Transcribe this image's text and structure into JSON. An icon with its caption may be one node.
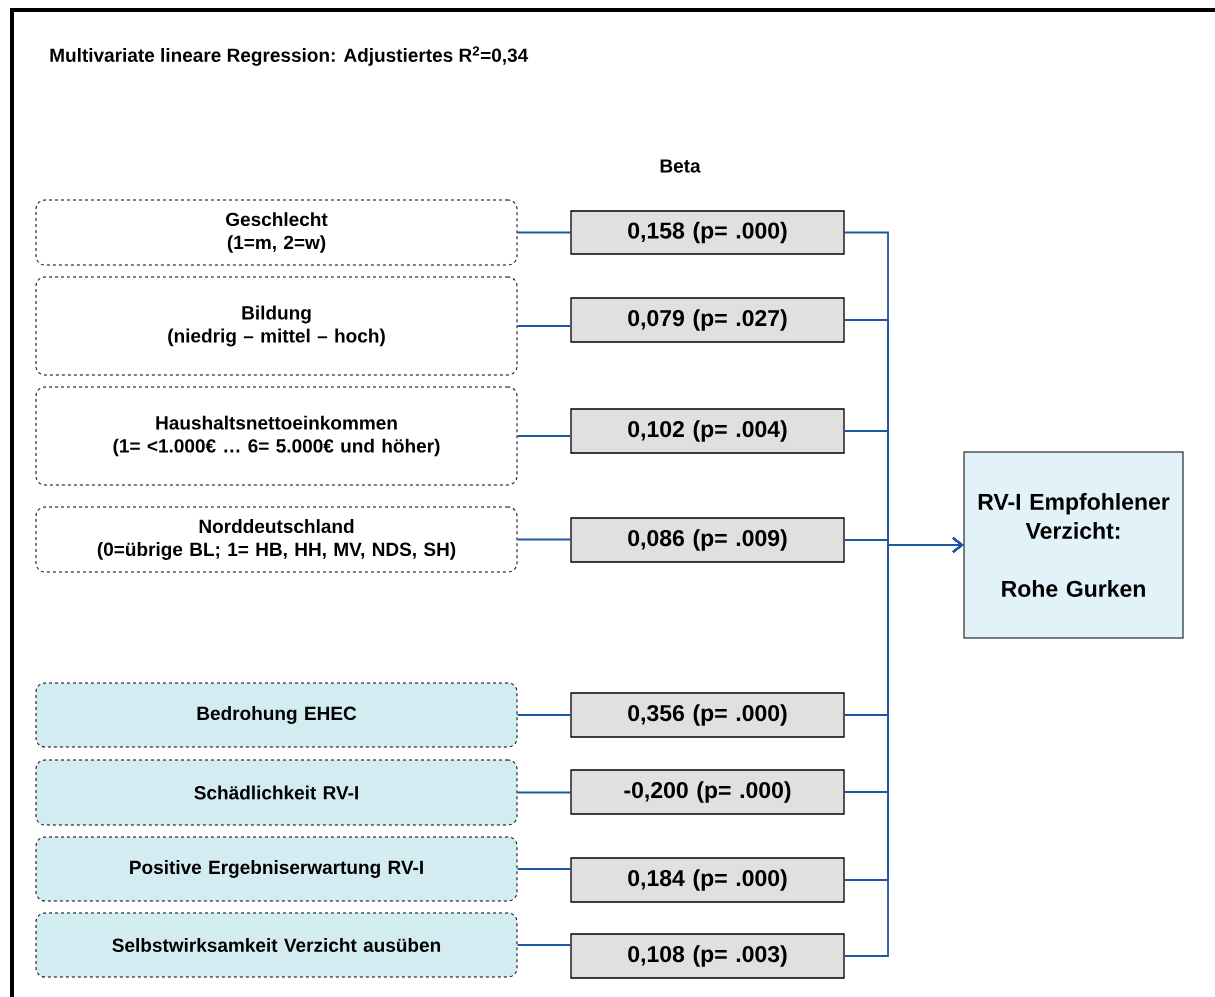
{
  "diagram": {
    "title": "Multivariate lineare Regression: Adjustiertes R$^{2}$=0,34",
    "nodes": [
      {
        "text": [
          "Geschlecht",
          "(1=m, 2=w)"
        ]
      },
      {
        "text": [
          "Bildung",
          "(niedrig – mittel – hoch)"
        ]
      },
      {
        "text": [
          "Haushaltsnettoeinkommen",
          "(1= <1.000€ … 6= 5.000€ und höher)"
        ]
      },
      {
        "text": [
          "Norddeutschland",
          "(0=übrige BL; 1= HB, HH, MV, NDS, SH)"
        ]
      },
      {
        "text": [
          "Bedrohung EHEC"
        ]
      },
      {
        "text": [
          "Schädlichkeit RV-I"
        ]
      },
      {
        "text": [
          "Positive Ergebniserwartung  RV-I"
        ]
      },
      {
        "text": [
          "Selbstwirksamkeit Verzicht  ausüben"
        ]
      },
      {
        "text": [
          "0,158 (p= .000)"
        ]
      },
      {
        "text": [
          "0,079 (p= .027)"
        ]
      },
      {
        "text": [
          "0,102 (p= .004)"
        ]
      },
      {
        "text": [
          "0,086 (p= .009)"
        ]
      },
      {
        "text": [
          "0,356 (p= .000)"
        ]
      },
      {
        "text": [
          "-0,200 (p= .000)"
        ]
      },
      {
        "text": [
          "0,184 (p= .000)"
        ]
      },
      {
        "text": [
          "0,108 (p= .003)"
        ]
      },
      {
        "text": [
          "RV-I Empfohlener Verzicht:",
          "Rohe Gurken"
        ]
      }
    ],
    "edges": [
      {
        "from": 0,
        "to": 8,
        "arrow": "none"
      },
      {
        "from": 1,
        "to": 9,
        "arrow": "none"
      },
      {
        "from": 2,
        "to": 10,
        "arrow": "none"
      },
      {
        "from": 3,
        "to": 11,
        "arrow": "none"
      },
      {
        "from": 4,
        "to": 12,
        "arrow": "none"
      },
      {
        "from": 5,
        "to": 13,
        "arrow": "none"
      },
      {
        "from": 6,
        "to": 14,
        "arrow": "none"
      },
      {
        "from": 7,
        "to": 15,
        "arrow": "none"
      },
      {
        "from": 8,
        "to": 16,
        "arrow": "to"
      },
      {
        "from": 9,
        "to": 16,
        "arrow": "to"
      },
      {
        "from": 10,
        "to": 16,
        "arrow": "to"
      },
      {
        "from": 11,
        "to": 16,
        "arrow": "to"
      },
      {
        "from": 12,
        "to": 16,
        "arrow": "to"
      },
      {
        "from": 13,
        "to": 16,
        "arrow": "to"
      },
      {
        "from": 14,
        "to": 16,
        "arrow": "to"
      },
      {
        "from": 15,
        "to": 16,
        "arrow": "to"
      }
    ],
    "labels": [
      "Beta"
    ]
  }
}
